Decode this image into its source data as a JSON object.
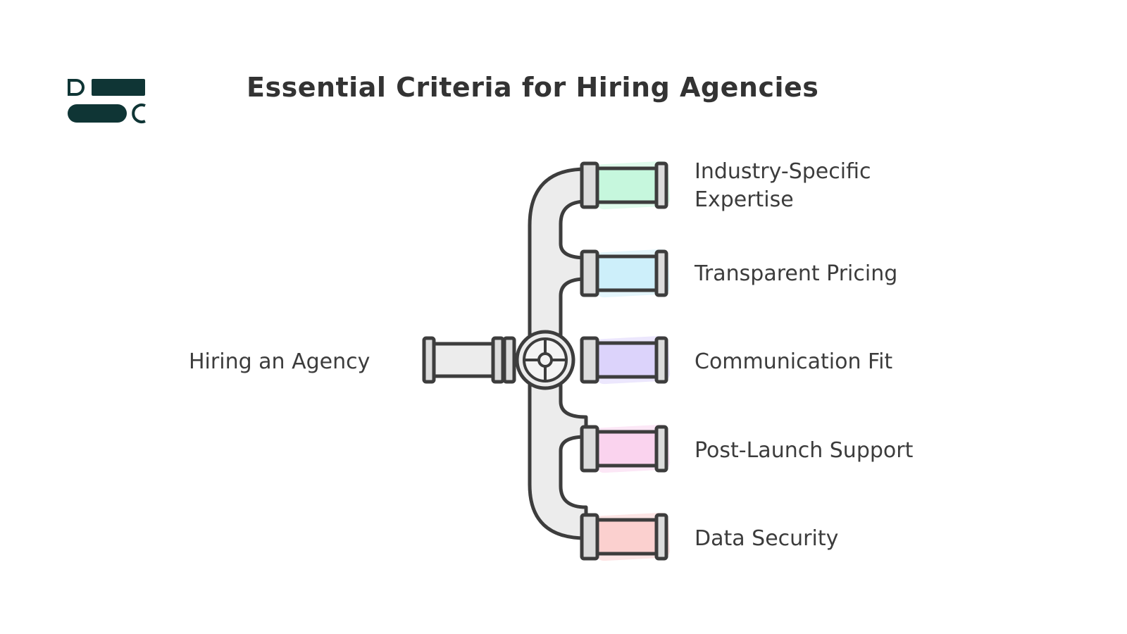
{
  "title": "Essential Criteria for Hiring Agencies",
  "source_label": "Hiring an Agency",
  "criteria": [
    {
      "label_lines": [
        "Industry-Specific",
        "Expertise"
      ],
      "color": "#c6f7dd"
    },
    {
      "label_lines": [
        "Transparent Pricing"
      ],
      "color": "#cdeffa"
    },
    {
      "label_lines": [
        "Communication Fit"
      ],
      "color": "#dcd3fb"
    },
    {
      "label_lines": [
        "Post-Launch Support"
      ],
      "color": "#fad3ee"
    },
    {
      "label_lines": [
        "Data Security"
      ],
      "color": "#fbd0cf"
    }
  ],
  "colors": {
    "outline": "#3d3d3d",
    "pipe_fill": "#ececec",
    "logo": "#0f3535",
    "title": "#333333"
  },
  "icons": [
    "logo-mark",
    "valve-icon"
  ]
}
